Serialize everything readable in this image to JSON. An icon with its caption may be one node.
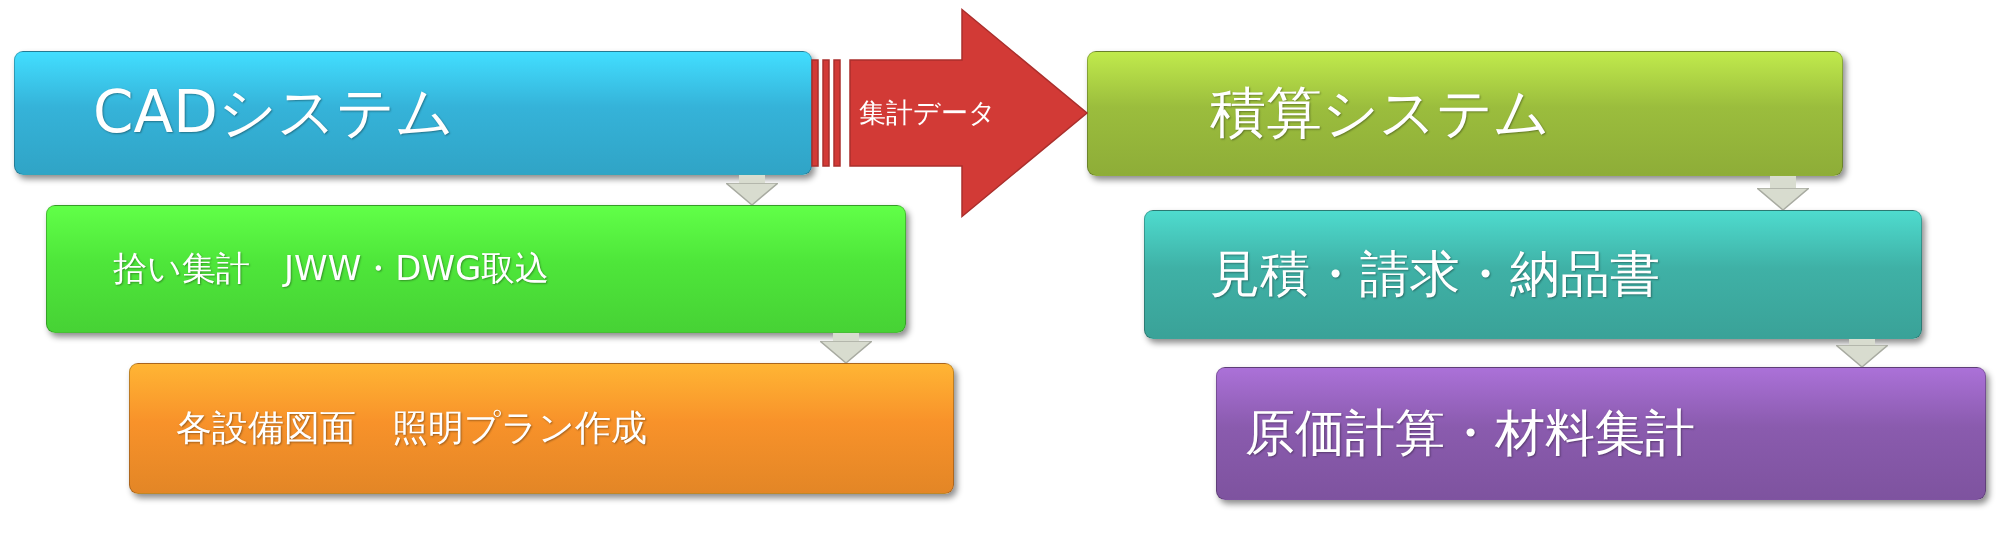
{
  "diagram": {
    "nodes": [
      {
        "text": [
          "CADシステム"
        ]
      },
      {
        "text": [
          "拾い集計　JWW・DWG取込"
        ]
      },
      {
        "text": [
          "各設備図面　照明プラン作成"
        ]
      },
      {
        "text": [
          "積算システム"
        ]
      },
      {
        "text": [
          "見積・請求・納品書"
        ]
      },
      {
        "text": [
          "原価計算・材料集計"
        ]
      }
    ],
    "edges": [
      {
        "from": 0,
        "to": 1,
        "arrow": "to"
      },
      {
        "from": 1,
        "to": 2,
        "arrow": "to"
      },
      {
        "from": 0,
        "to": 3,
        "arrow": "to",
        "label": "集計データ",
        "style": "thick",
        "color": "#d23a36"
      },
      {
        "from": 3,
        "to": 4,
        "arrow": "to"
      },
      {
        "from": 4,
        "to": 5,
        "arrow": "to"
      }
    ]
  }
}
